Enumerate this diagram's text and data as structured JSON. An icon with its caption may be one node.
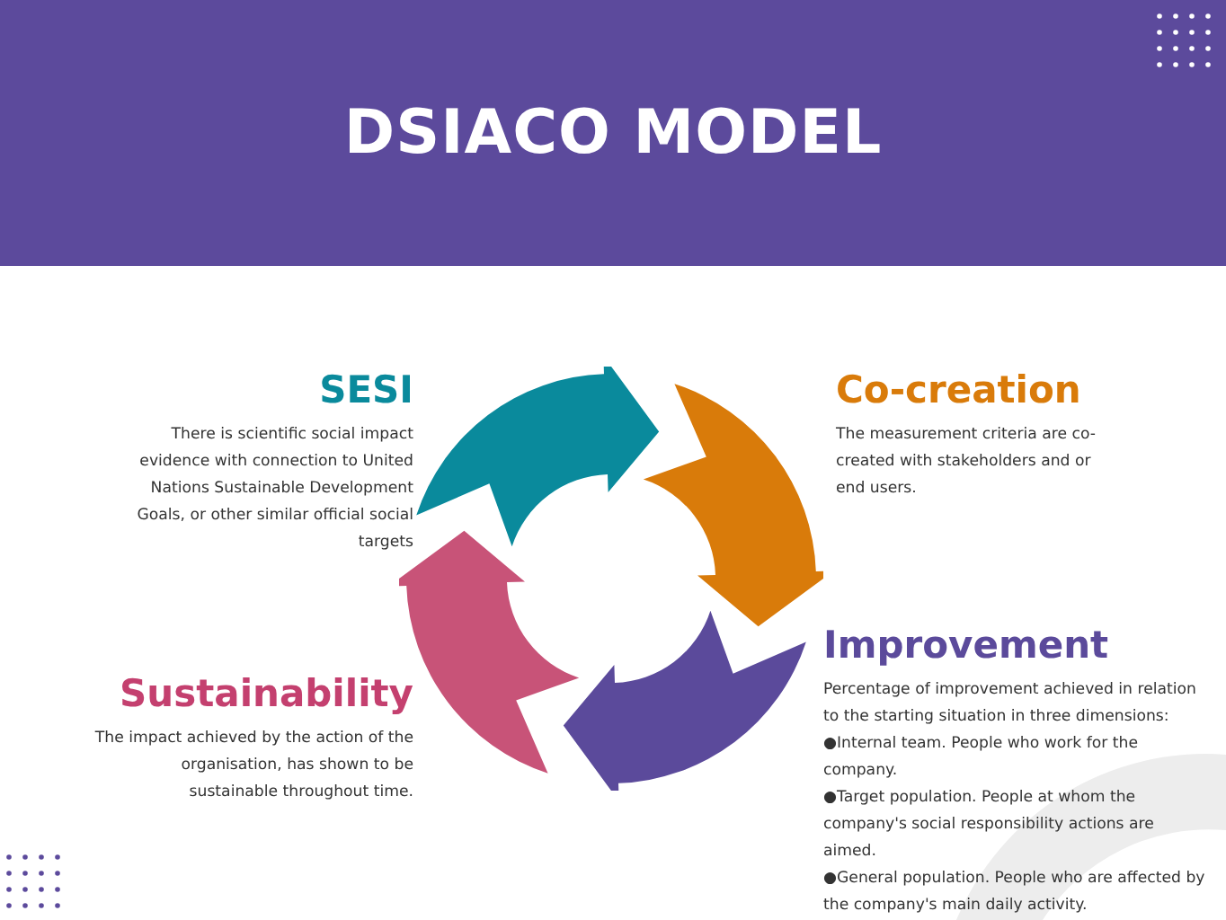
{
  "diagram": {
    "title": "DSIACO MODEL",
    "nodes": [
      {
        "text": [
          "SESI",
          "There is scientific social impact evidence with connection to United Nations Sustainable Development Goals, or other similar official social targets"
        ]
      },
      {
        "text": [
          "Co-creation",
          "The measurement criteria are co-created with stakeholders and or end users."
        ]
      },
      {
        "text": [
          "Improvement",
          "Percentage of improvement achieved in relation to the starting situation in three dimensions:",
          "●Internal team. People who work for the company.",
          "●Target population. People at whom the company's social responsibility actions are aimed.",
          "●General population. People who are affected by the company's main daily activity."
        ]
      },
      {
        "text": [
          "Sustainability",
          "The impact achieved by the action of the organisation, has shown to be sustainable throughout time."
        ]
      }
    ]
  }
}
